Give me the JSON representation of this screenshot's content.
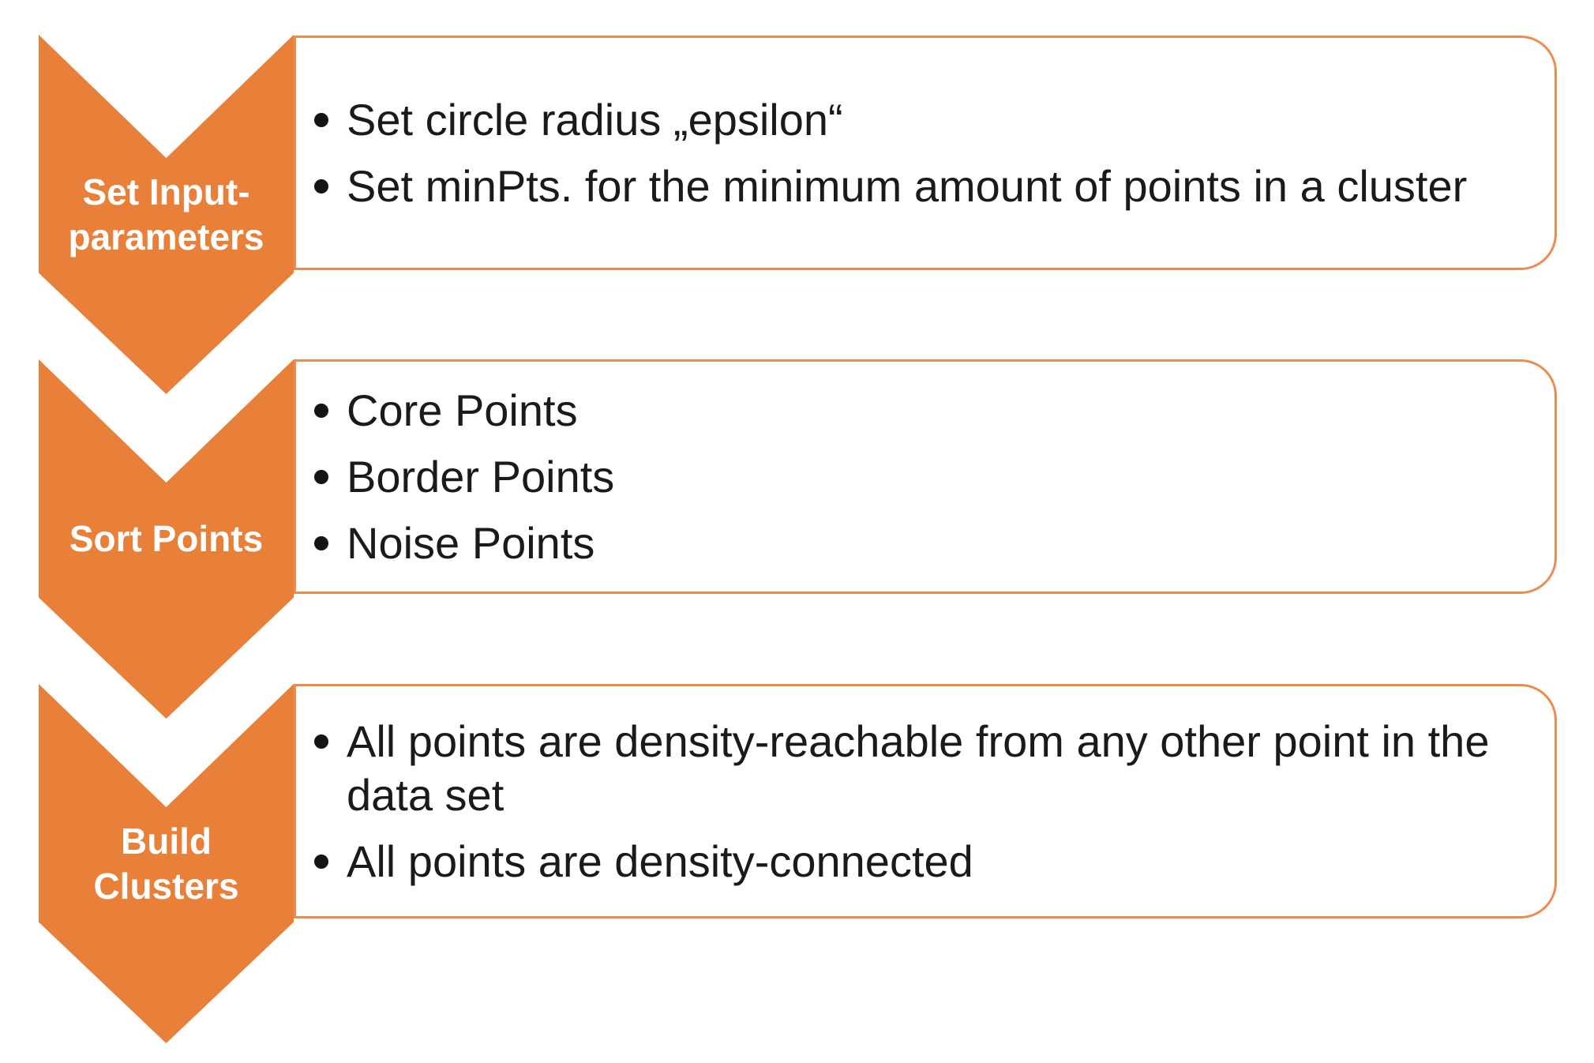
{
  "diagram": {
    "type": "vertical-chevron-list",
    "topic": "DBSCAN clustering process",
    "colors": {
      "chevron_fill": "#E8803A",
      "panel_border": "#ED8C50",
      "label_text": "#FFFFFF",
      "bullet_text": "#1A1A1A",
      "background": "#FFFFFF"
    },
    "steps": [
      {
        "label": "Set Input-\nparameters",
        "bullets": [
          "Set circle radius „epsilon“",
          "Set minPts. for the minimum amount of points in a cluster"
        ]
      },
      {
        "label": "Sort Points",
        "bullets": [
          "Core Points",
          "Border Points",
          "Noise Points"
        ]
      },
      {
        "label": "Build\nClusters",
        "bullets": [
          "All points are density-reachable from any other point in the data set",
          "All points are density-connected"
        ]
      }
    ]
  }
}
